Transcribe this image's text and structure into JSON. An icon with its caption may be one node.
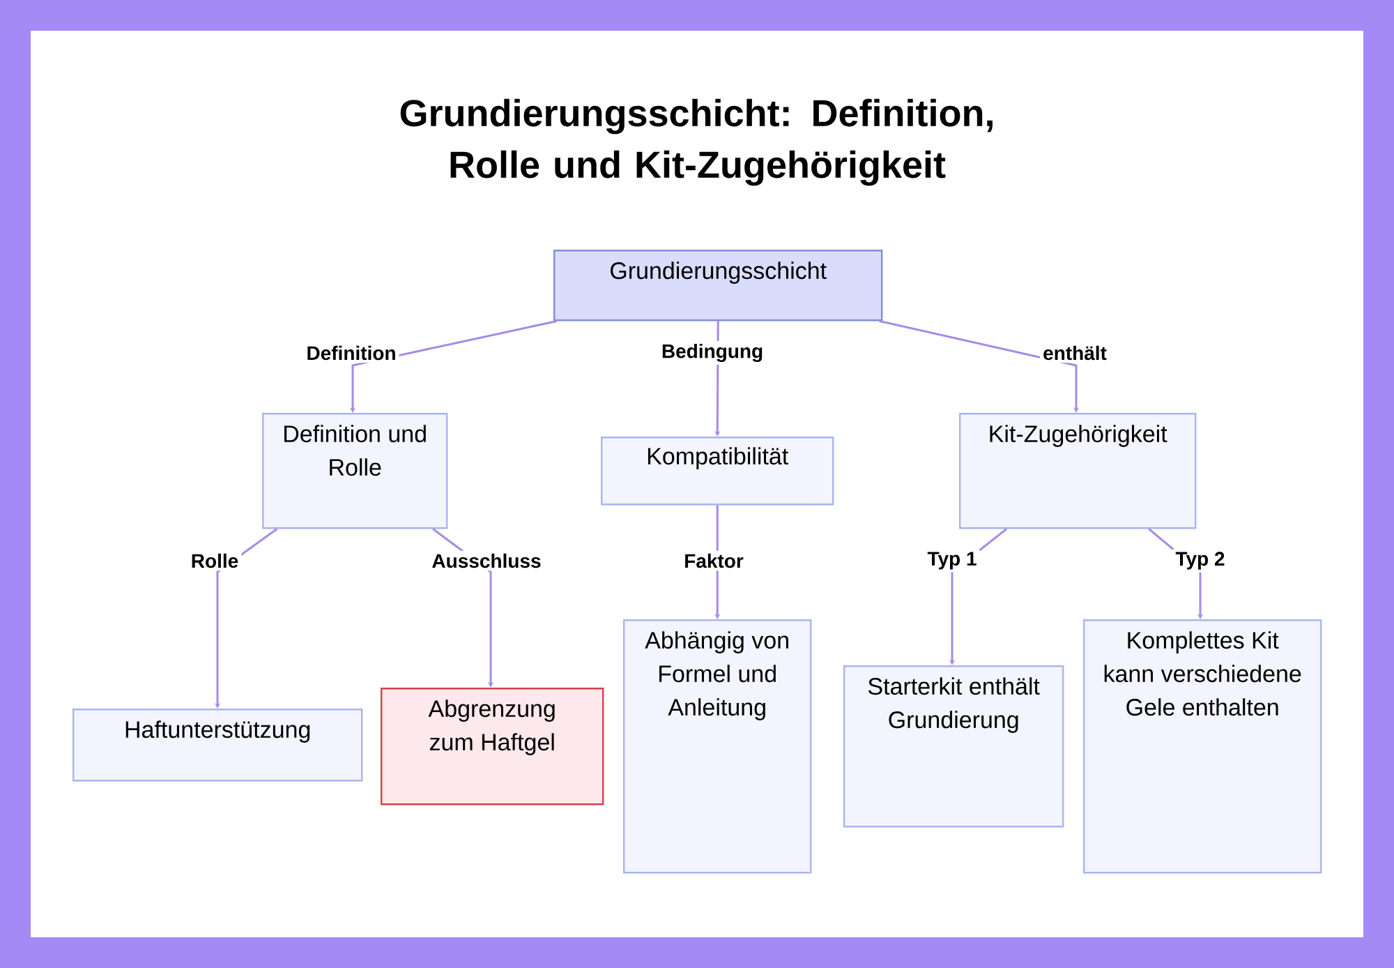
{
  "diagram": {
    "title": "Grundierungsschicht: Definition, Rolle und Kit-Zugehörigkeit",
    "nodes": [
      {
        "text": [
          "Grundierungsschicht"
        ]
      },
      {
        "text": [
          "Definition und Rolle"
        ]
      },
      {
        "text": [
          "Kompatibilität"
        ]
      },
      {
        "text": [
          "Kit-Zugehörigkeit"
        ]
      },
      {
        "text": [
          "Haftunterstützung"
        ]
      },
      {
        "text": [
          "Abgrenzung zum Haftgel"
        ]
      },
      {
        "text": [
          "Abhängig von Formel und Anleitung"
        ]
      },
      {
        "text": [
          "Starterkit enthält Grundierung"
        ]
      },
      {
        "text": [
          "Komplettes Kit kann verschiedene Gele enthalten"
        ]
      }
    ],
    "edges": [
      {
        "from": 0,
        "to": 1,
        "arrow": "to",
        "label": "Definition"
      },
      {
        "from": 0,
        "to": 2,
        "arrow": "to",
        "label": "Bedingung"
      },
      {
        "from": 0,
        "to": 3,
        "arrow": "to",
        "label": "enthält"
      },
      {
        "from": 1,
        "to": 4,
        "arrow": "to",
        "label": "Rolle"
      },
      {
        "from": 1,
        "to": 5,
        "arrow": "to",
        "label": "Ausschluss"
      },
      {
        "from": 2,
        "to": 6,
        "arrow": "to",
        "label": "Faktor"
      },
      {
        "from": 3,
        "to": 7,
        "arrow": "to",
        "label": "Typ 1"
      },
      {
        "from": 3,
        "to": 8,
        "arrow": "to",
        "label": "Typ 2"
      }
    ]
  }
}
